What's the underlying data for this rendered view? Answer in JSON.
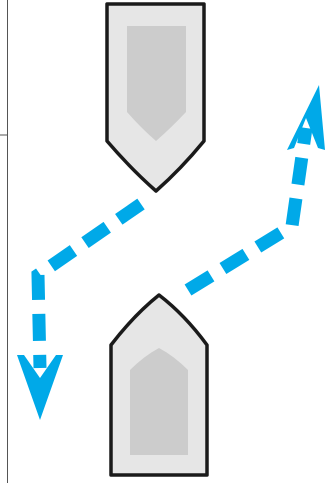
{
  "diagram": {
    "boats": [
      {
        "name": "boat-upper",
        "heading": "down"
      },
      {
        "name": "boat-lower",
        "heading": "up"
      }
    ],
    "paths": [
      {
        "name": "path-upper-boat",
        "from": "boat-upper",
        "direction": "down-left"
      },
      {
        "name": "path-lower-boat",
        "from": "boat-lower",
        "direction": "up-right"
      }
    ]
  },
  "colors": {
    "hull_fill": "#e6e6e6",
    "deck_fill": "#cccccc",
    "outline": "#1a1a1a",
    "path_arrow": "#00a9e8",
    "frame_line": "#555555"
  }
}
